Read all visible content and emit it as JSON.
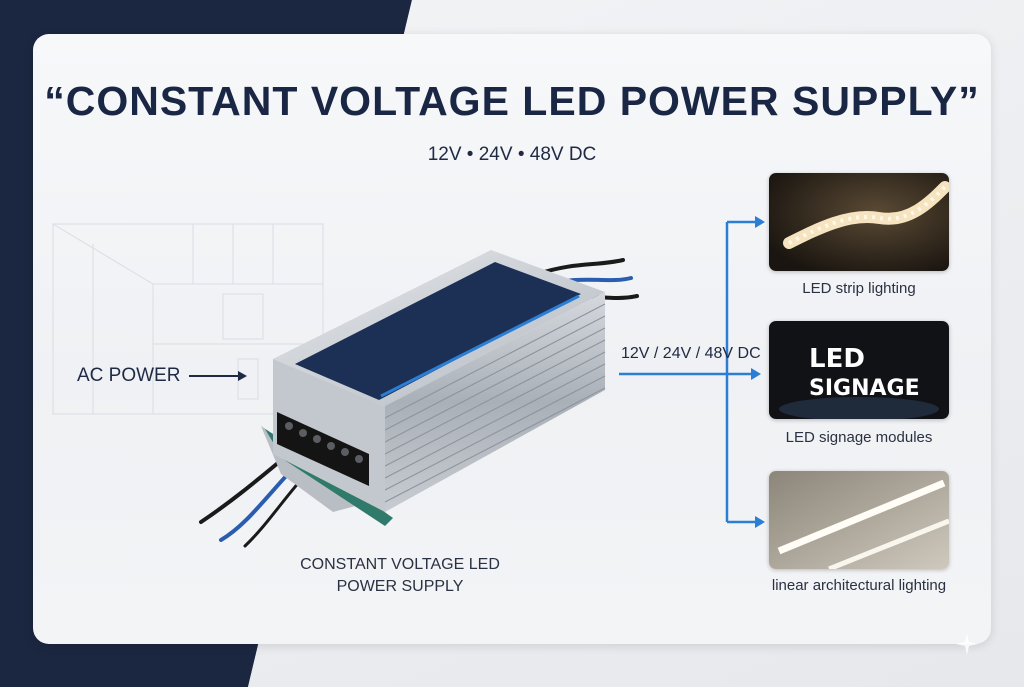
{
  "title": "“CONSTANT VOLTAGE LED POWER SUPPLY”",
  "subtitle": "12V • 24V • 48V DC",
  "input_label": "AC POWER",
  "device_label_line1": "CONSTANT VOLTAGE LED",
  "device_label_line2": "POWER SUPPLY",
  "output_label": "12V / 24V / 48V DC",
  "signage_text_line1": "LED",
  "signage_text_line2": "SIGNAGE",
  "applications": [
    {
      "caption": "LED strip lighting"
    },
    {
      "caption": "LED signage modules"
    },
    {
      "caption": "linear architectural lighting"
    }
  ],
  "colors": {
    "navy": "#1b2640",
    "title": "#1a2744",
    "arrow_blue": "#2a7fd4",
    "psu_panel": "#1c2f55"
  }
}
